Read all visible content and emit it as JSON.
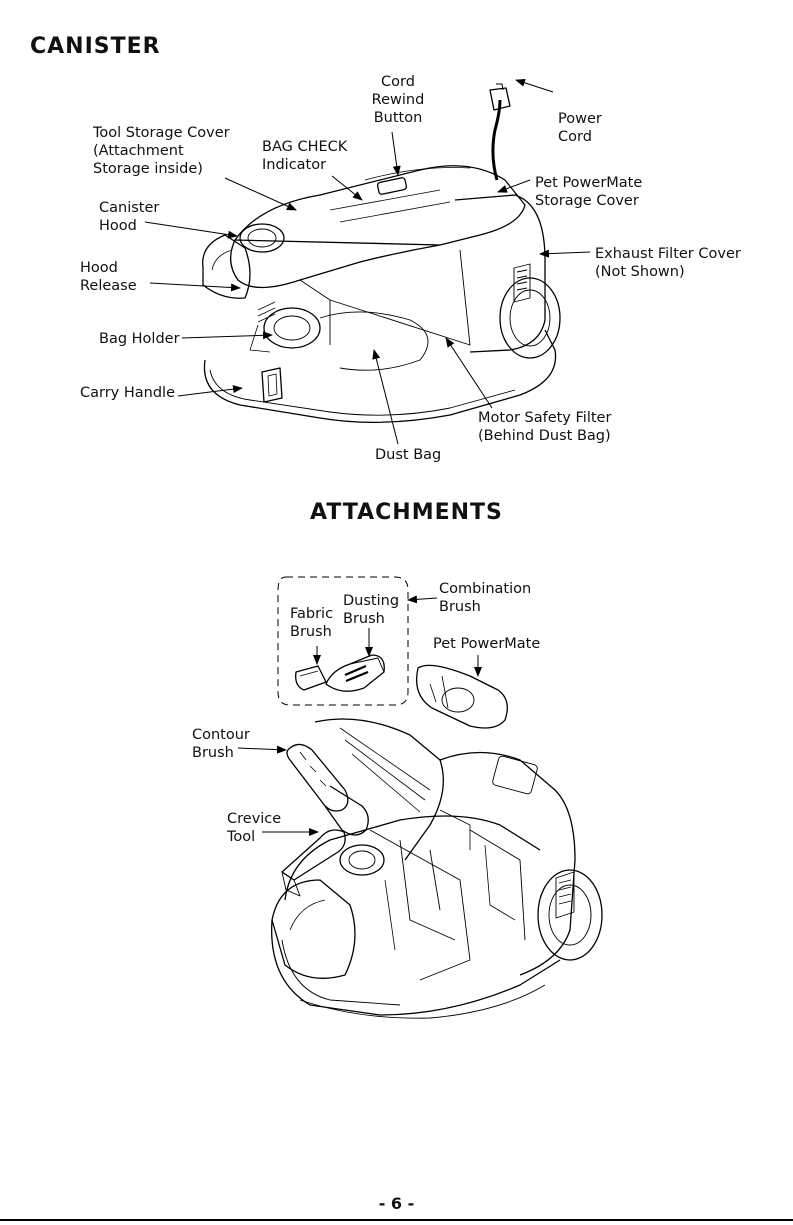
{
  "canister": {
    "title": "CANISTER",
    "labels": {
      "cord_rewind": "Cord\nRewind\nButton",
      "tool_storage": "Tool Storage Cover\n(Attachment\nStorage inside)",
      "bag_check": "BAG CHECK\nIndicator",
      "power_cord": "Power\nCord",
      "pet_storage": "Pet PowerMate\nStorage Cover",
      "canister_hood": "Canister\nHood",
      "exhaust": "Exhaust Filter Cover\n(Not Shown)",
      "hood_release": "Hood\nRelease",
      "bag_holder": "Bag Holder",
      "carry_handle": "Carry Handle",
      "motor_filter": "Motor Safety Filter\n(Behind Dust Bag)",
      "dust_bag": "Dust Bag"
    }
  },
  "attachments": {
    "title": "ATTACHMENTS",
    "labels": {
      "dusting": "Dusting\nBrush",
      "fabric": "Fabric\nBrush",
      "combination": "Combination\nBrush",
      "pet_powermate": "Pet PowerMate",
      "contour": "Contour\nBrush",
      "crevice": "Crevice\nTool"
    }
  },
  "footer": {
    "page_number": "- 6 -"
  }
}
